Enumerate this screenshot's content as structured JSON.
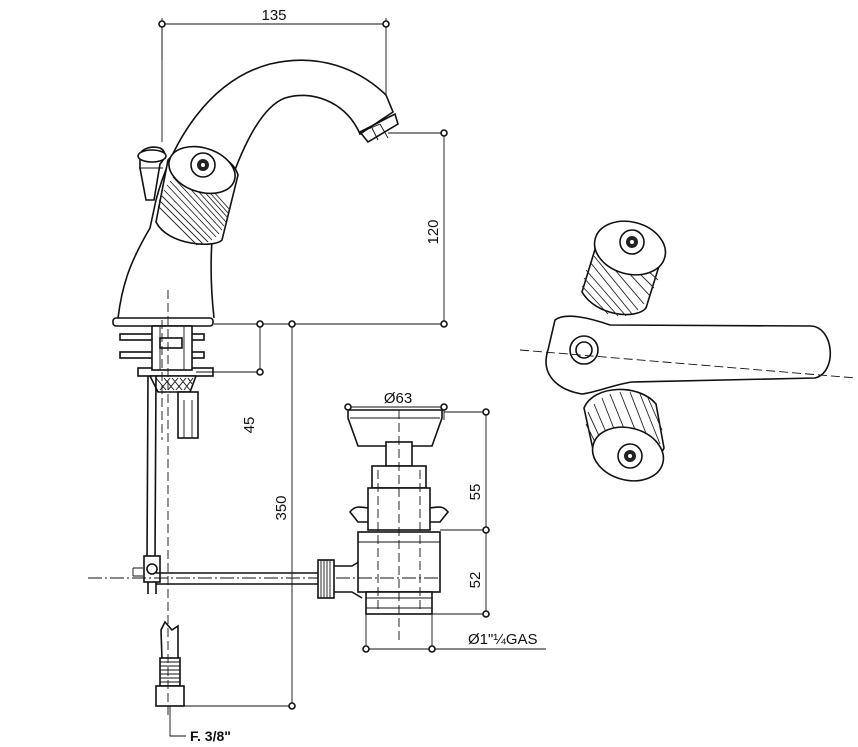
{
  "dimensions": {
    "spout_reach": "135",
    "spout_height": "120",
    "body_height": "350",
    "thread_length": "45",
    "waste_diameter": "Ø63",
    "waste_upper": "55",
    "waste_lower": "52",
    "waste_thread": "Ø1\"¼GAS",
    "flex_connection": "F. 3/8\""
  }
}
